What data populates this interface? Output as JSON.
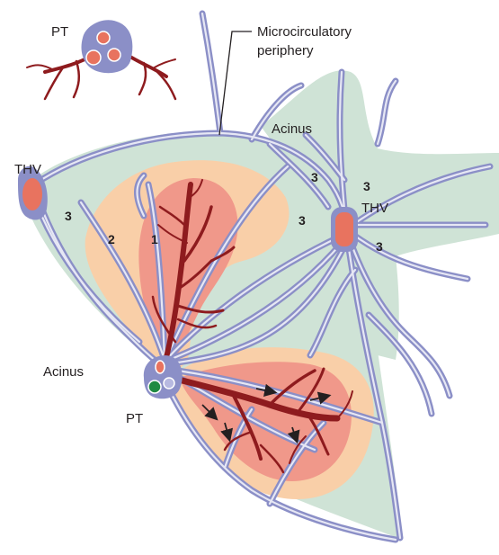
{
  "labels": {
    "portal_tract_top": "PT",
    "portal_tract_bottom": "PT",
    "terminal_hepatic_venule_left": "THV",
    "terminal_hepatic_venule_right": "THV",
    "acinus_top": "Acinus",
    "acinus_left": "Acinus",
    "microcirculatory_line1": "Microcirculatory",
    "microcirculatory_line2": "periphery"
  },
  "zones": {
    "zone1": "1",
    "zone2": "2",
    "zone3": "3"
  },
  "colors": {
    "acinus_fill": "#cfe3d6",
    "zone2_fill": "#f9cfa8",
    "zone1_fill": "#f0988a",
    "arteriole": "#8e1b1e",
    "sinusoid": "#8b8fc7",
    "sinusoid_core": "#e6e7f4",
    "venule_fill": "#e8735f",
    "bile_duct": "#1f8a43"
  }
}
